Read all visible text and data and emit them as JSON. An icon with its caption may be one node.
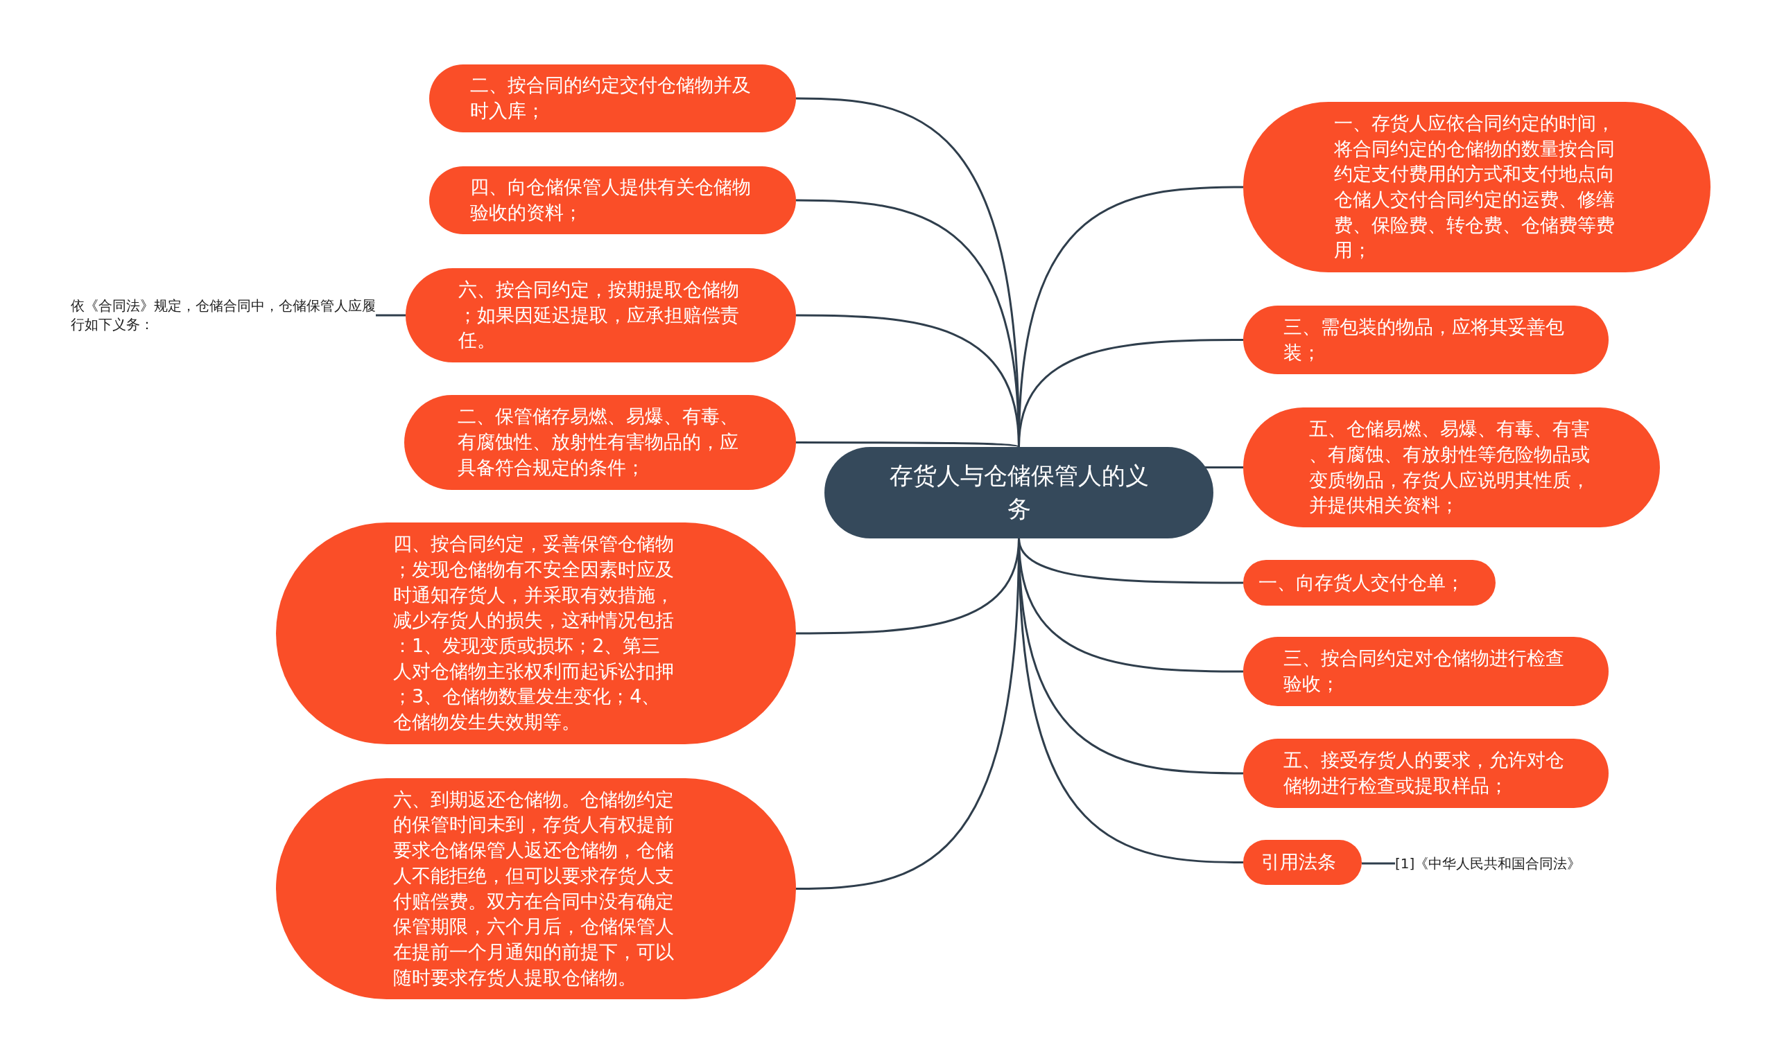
{
  "diagram": {
    "nodes": [
      {
        "text": [
          "存货人与仓储保管人的义务"
        ]
      },
      {
        "text": [
          "二、按合同的约定交付仓储物并及时入库；"
        ]
      },
      {
        "text": [
          "四、向仓储保管人提供有关仓储物验收的资料；"
        ]
      },
      {
        "text": [
          "六、按合同约定，按期提取仓储物；如果因延迟提取，应承担赔偿责任。"
        ]
      },
      {
        "text": [
          "二、保管储存易燃、易爆、有毒、有腐蚀性、放射性有害物品的，应具备符合规定的条件；"
        ]
      },
      {
        "text": [
          "四、按合同约定，妥善保管仓储物；发现仓储物有不安全因素时应及时通知存货人，并采取有效措施，减少存货人的损失，这种情况包括：1、发现变质或损坏；2、第三人对仓储物主张权利而起诉讼扣押；3、仓储物数量发生变化；4、仓储物发生失效期等。"
        ]
      },
      {
        "text": [
          "六、到期返还仓储物。仓储物约定的保管时间未到，存货人有权提前要求仓储保管人返还仓储物，仓储人不能拒绝，但可以要求存货人支付赔偿费。双方在合同中没有确定保管期限，六个月后，仓储保管人在提前一个月通知的前提下，可以随时要求存货人提取仓储物。"
        ]
      },
      {
        "text": [
          "依《合同法》规定，仓储合同中，仓储保管人应履行如下义务："
        ]
      },
      {
        "text": [
          "一、存货人应依合同约定的时间，将合同约定的仓储物的数量按合同约定支付费用的方式和支付地点向仓储人交付合同约定的运费、修缮费、保险费、转仓费、仓储费等费用；"
        ]
      },
      {
        "text": [
          "三、需包装的物品，应将其妥善包装；"
        ]
      },
      {
        "text": [
          "五、仓储易燃、易爆、有毒、有害、有腐蚀、有放射性等危险物品或变质物品，存货人应说明其性质，并提供相关资料；"
        ]
      },
      {
        "text": [
          "一、向存货人交付仓单；"
        ]
      },
      {
        "text": [
          "三、按合同约定对仓储物进行检查验收；"
        ]
      },
      {
        "text": [
          "五、接受存货人的要求，允许对仓储物进行检查或提取样品；"
        ]
      },
      {
        "text": [
          "引用法条"
        ]
      },
      {
        "text": [
          "[1]《中华人民共和国合同法》"
        ]
      }
    ],
    "edges": [
      {
        "from": 0,
        "to": 1,
        "arrow": "none"
      },
      {
        "from": 0,
        "to": 2,
        "arrow": "none"
      },
      {
        "from": 0,
        "to": 3,
        "arrow": "none"
      },
      {
        "from": 0,
        "to": 4,
        "arrow": "none"
      },
      {
        "from": 0,
        "to": 5,
        "arrow": "none"
      },
      {
        "from": 0,
        "to": 6,
        "arrow": "none"
      },
      {
        "from": 3,
        "to": 7,
        "arrow": "none"
      },
      {
        "from": 0,
        "to": 8,
        "arrow": "none"
      },
      {
        "from": 0,
        "to": 9,
        "arrow": "none"
      },
      {
        "from": 0,
        "to": 10,
        "arrow": "none"
      },
      {
        "from": 0,
        "to": 11,
        "arrow": "none"
      },
      {
        "from": 0,
        "to": 12,
        "arrow": "none"
      },
      {
        "from": 0,
        "to": 13,
        "arrow": "none"
      },
      {
        "from": 0,
        "to": 14,
        "arrow": "none"
      },
      {
        "from": 14,
        "to": 15,
        "arrow": "none"
      }
    ]
  }
}
